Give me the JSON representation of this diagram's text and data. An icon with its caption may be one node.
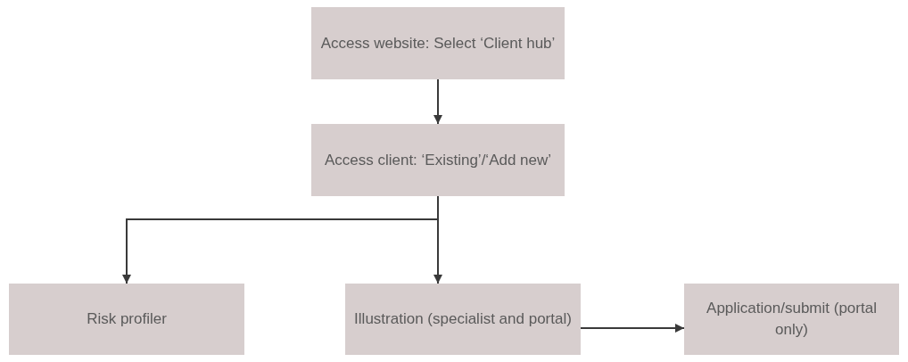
{
  "diagram": {
    "nodes": [
      {
        "text": [
          "Access website: Select ‘Client hub’"
        ]
      },
      {
        "text": [
          "Access client: ‘Existing’/‘Add new’"
        ]
      },
      {
        "text": [
          "Risk profiler"
        ]
      },
      {
        "text": [
          "Illustration (specialist and portal)"
        ]
      },
      {
        "text": [
          "Application/submit (portal only)"
        ]
      }
    ],
    "edges": [
      {
        "from": 0,
        "to": 1,
        "arrow": "to"
      },
      {
        "from": 1,
        "to": 2,
        "arrow": "to"
      },
      {
        "from": 1,
        "to": 3,
        "arrow": "to"
      },
      {
        "from": 3,
        "to": 4,
        "arrow": "to"
      }
    ]
  }
}
